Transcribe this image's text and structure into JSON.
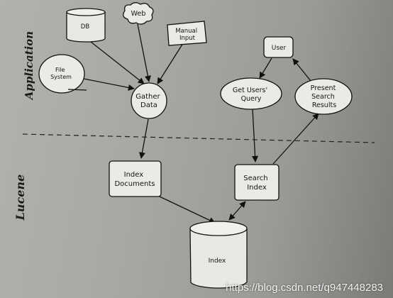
{
  "sections": {
    "application": "Application",
    "lucene": "Lucene"
  },
  "nodes": {
    "db": "DB",
    "web": "Web",
    "manual_input": [
      "Manual",
      "Input"
    ],
    "file_system": [
      "File",
      "System"
    ],
    "gather_data": [
      "Gather",
      "Data"
    ],
    "user": "User",
    "get_users_query": [
      "Get Users'",
      "Query"
    ],
    "present_search_results": [
      "Present",
      "Search",
      "Results"
    ],
    "index_documents": [
      "Index",
      "Documents"
    ],
    "search_index": [
      "Search",
      "Index"
    ],
    "index": "Index"
  },
  "watermark": "https://blog.csdn.net/q947448283"
}
